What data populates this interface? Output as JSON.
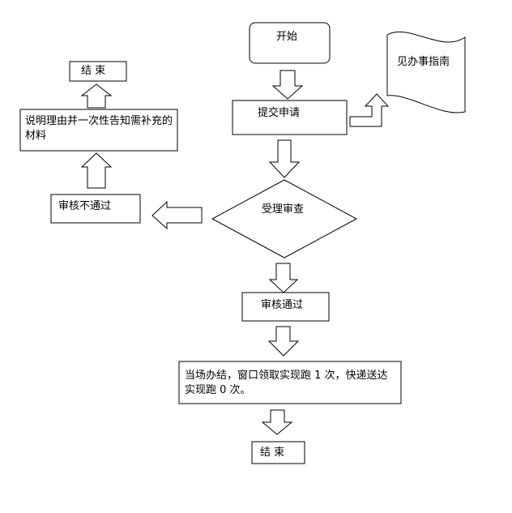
{
  "nodes": {
    "start": "开始",
    "submit": "提交申请",
    "guide": "见办事指南",
    "review": "受理审查",
    "rejected": "审核不通过",
    "explain": "说明理由并一次性告知需补充的材料",
    "end_left": "结 束",
    "approved": "审核通过",
    "onsite": "当场办结，窗口领取实现跑 1 次，快递送达实现跑 0 次。",
    "end_bottom": "结 束"
  },
  "colors": {
    "stroke": "#000000",
    "fill": "#ffffff",
    "text": "#000000"
  }
}
